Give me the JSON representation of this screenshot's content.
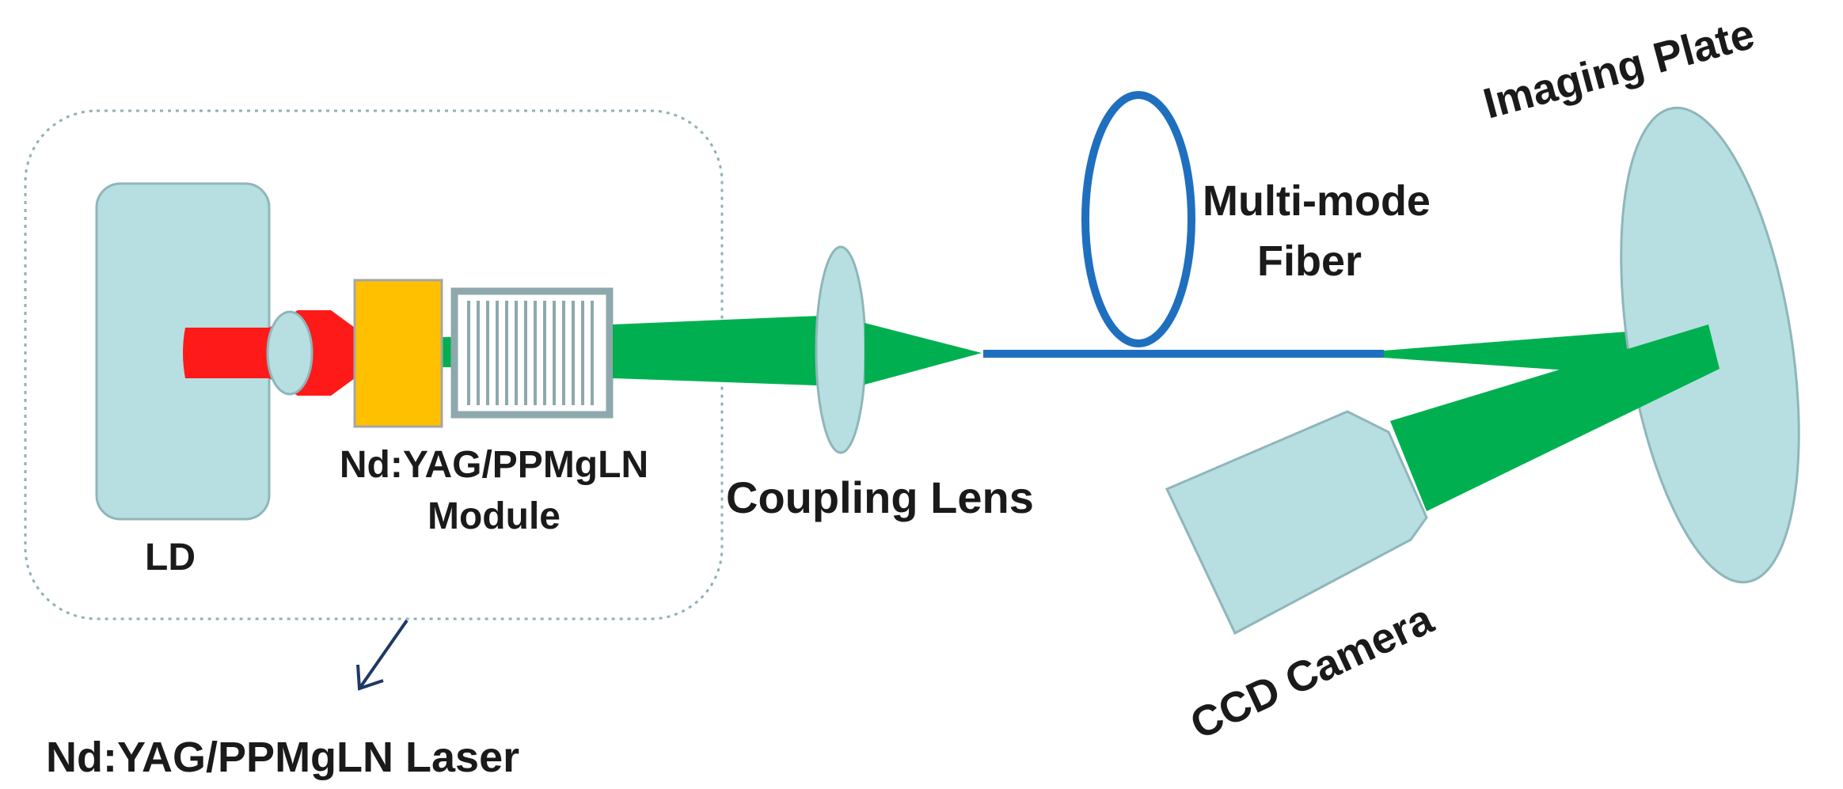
{
  "labels": {
    "ld": "LD",
    "module_line1": "Nd:YAG/PPMgLN",
    "module_line2": "Module",
    "laser": "Nd:YAG/PPMgLN Laser",
    "coupling_lens": "Coupling Lens",
    "fiber_line1": "Multi-mode",
    "fiber_line2": "Fiber",
    "imaging_plate": "Imaging Plate",
    "ccd_camera": "CCD Camera"
  },
  "colors": {
    "component_fill": "#b7dfe2",
    "component_stroke": "#8fb6ba",
    "pump_beam": "#ff1a1a",
    "green_beam": "#00b050",
    "crystal": "#ffc000",
    "fiber": "#1f6fbf",
    "enclosure": "#8fb1b6",
    "arrow": "#1f3864",
    "text": "#1a1a1a"
  },
  "icons": {
    "enclosure_pointer": "arrow-down-left-icon"
  }
}
